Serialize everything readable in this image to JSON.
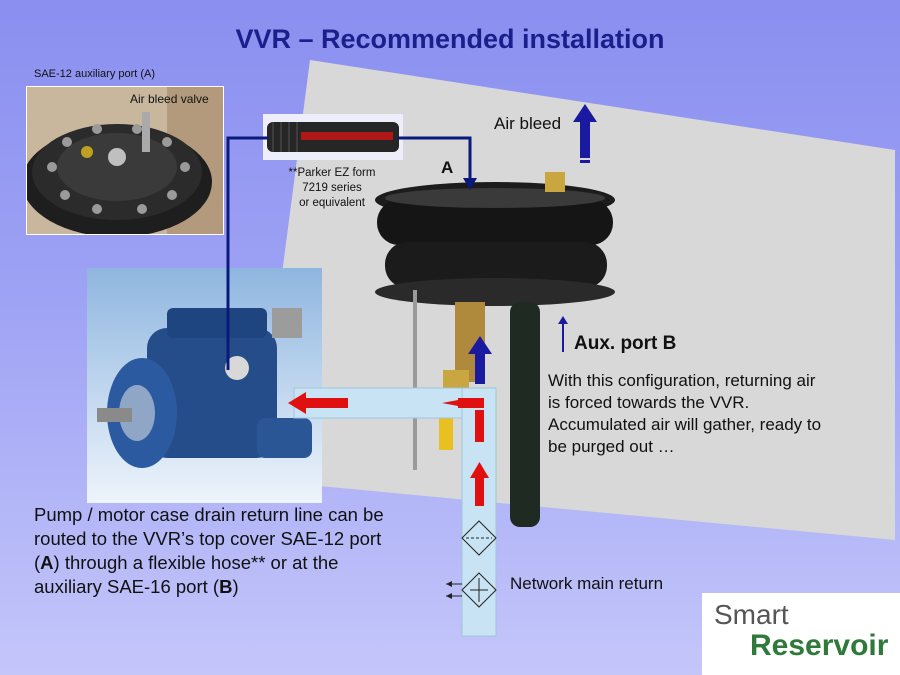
{
  "title": "VVR – Recommended installation",
  "labels": {
    "port_a_caption": "SAE-12 auxiliary port (A)",
    "air_bleed_valve": "Air bleed valve",
    "hose_caption": [
      "**Parker EZ form",
      "7219 series",
      "or equivalent"
    ],
    "air_bleed": "Air bleed",
    "a": "A",
    "aux_port_b": "Aux. port B",
    "network_main_return": "Network main return",
    "config_text": [
      "With this configuration, returning air",
      "is forced towards the VVR.",
      "Accumulated air will gather, ready to",
      "be purged out …"
    ],
    "description": {
      "part1": "Pump / motor case drain return line can be routed to the VVR’s top cover SAE-12 port (",
      "a": "A",
      "part2": ") through a flexible hose**  or at the auxiliary SAE-16 port (",
      "b": "B",
      "part3": ")"
    }
  },
  "logo": {
    "word1": "Smart",
    "word2": "Reservoir",
    "colors": {
      "word1": "#555555",
      "word2": "#2f7a3a"
    }
  },
  "colors": {
    "title": "#1a1f8c",
    "hose_line": "#0a1a7a",
    "flow_arrow": "#e01010",
    "bleed_arrow": "#1a1aa0",
    "pipe": "#c8e4f4"
  }
}
